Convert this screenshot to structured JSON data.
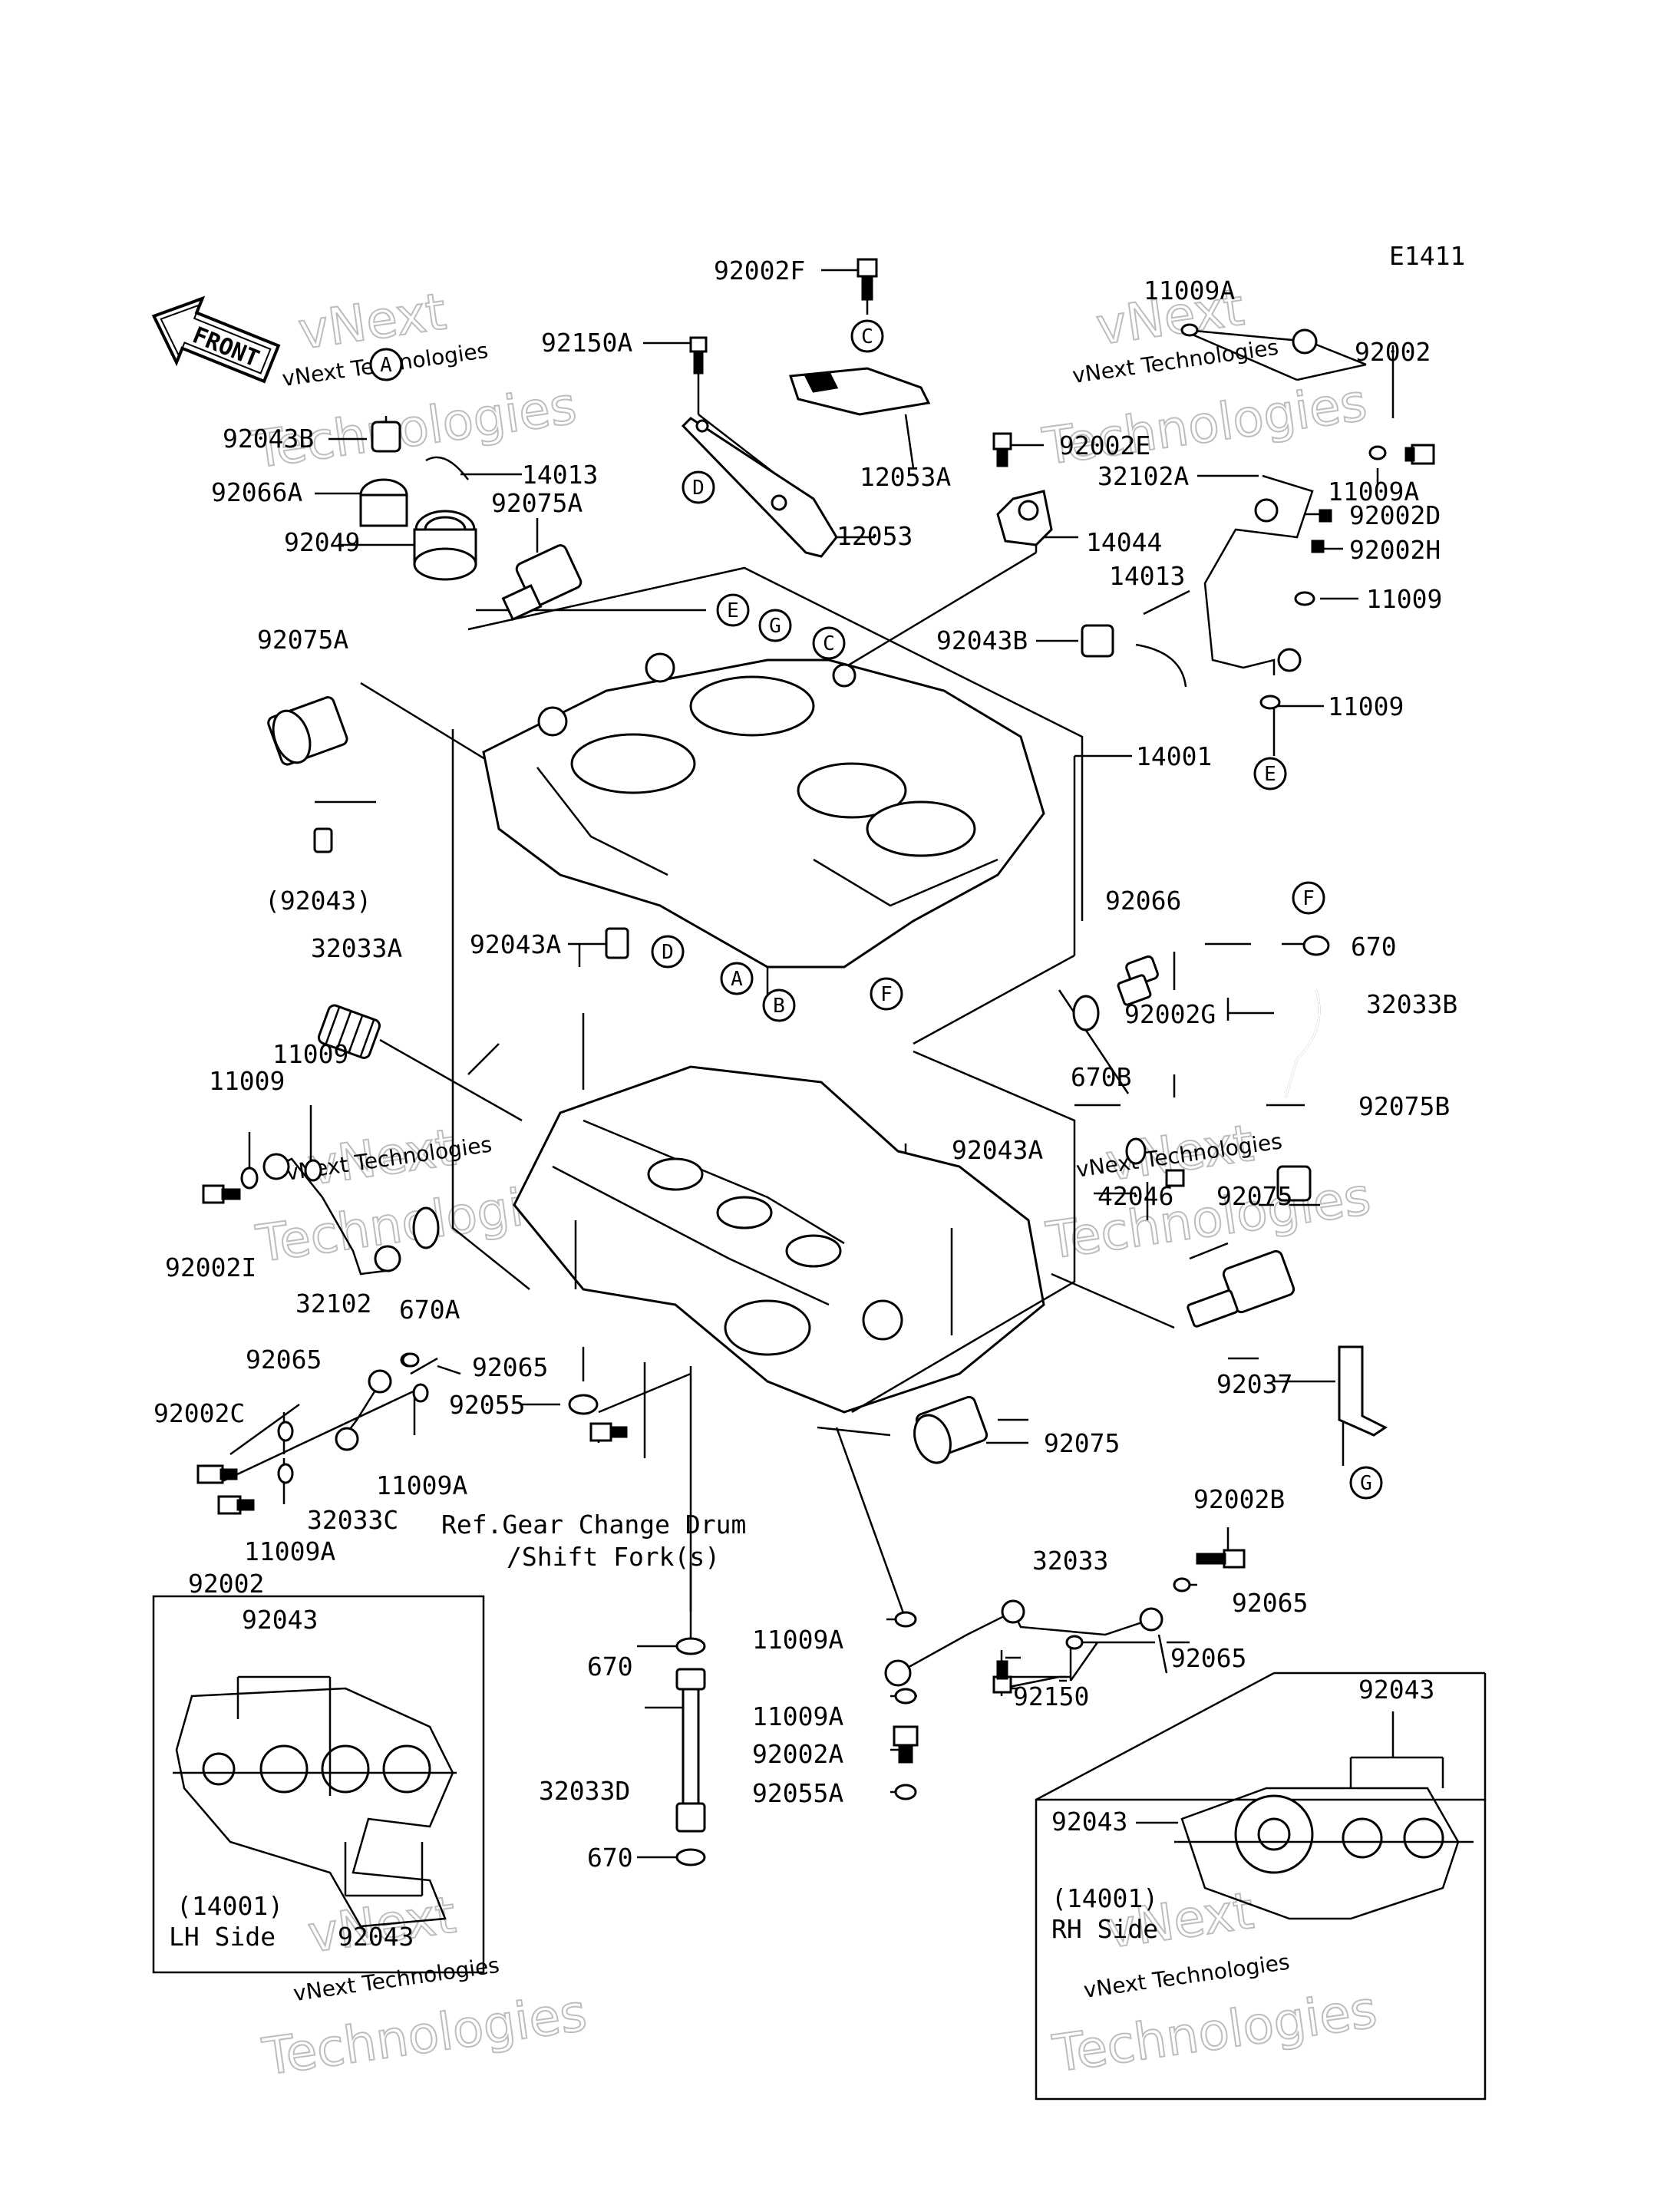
{
  "diagram_code": "E1411",
  "front_label": "FRONT",
  "watermark": {
    "line1": "vNext Technologies",
    "line2": "Technologies",
    "line3": "vNext"
  },
  "circle_markers": {
    "c_top": "C",
    "d_bar": "D",
    "a_top": "A",
    "e_case": "E",
    "g_case": "G",
    "c_case": "C",
    "a_case": "A",
    "b_case": "B",
    "f_case": "F",
    "d_case": "D",
    "e_pipe": "E",
    "f_pipe": "F",
    "g_bracket": "G"
  },
  "labels": {
    "p92002F": "92002F",
    "p11009A_top": "11009A",
    "p92150A": "92150A",
    "p92002_top": "92002",
    "p92043B_l": "92043B",
    "p14013_l": "14013",
    "p92066A": "92066A",
    "p92075A_1": "92075A",
    "p92049": "92049",
    "p12053A": "12053A",
    "p92002E": "92002E",
    "p32102A": "32102A",
    "p11009A_r": "11009A",
    "p92002D": "92002D",
    "p12053": "12053",
    "p14044": "14044",
    "p92002H": "92002H",
    "p14013_r": "14013",
    "p11009_r1": "11009",
    "p92043B_r": "92043B",
    "p92075A_2": "92075A",
    "p11009_r2": "11009",
    "p14001": "14001",
    "p92043_paren": "(92043)",
    "p92066": "92066",
    "p670_r": "670",
    "p32033A": "32033A",
    "p92043A_1": "92043A",
    "p32033B": "32033B",
    "p92002G": "92002G",
    "p11009_l1": "11009",
    "p670B": "670B",
    "p11009_l2": "11009",
    "p92075B": "92075B",
    "p92043A_2": "92043A",
    "p42046": "42046",
    "p92075_r": "92075",
    "p92002I": "92002I",
    "p32102": "32102",
    "p670A": "670A",
    "p92065_1": "92065",
    "p92065_2": "92065",
    "p92037": "92037",
    "p92002C": "92002C",
    "p92055": "92055",
    "p11009A_c": "11009A",
    "p92075_b": "92075",
    "p32033C": "32033C",
    "p92002B": "92002B",
    "p11009A_d": "11009A",
    "ref_line1": "Ref.Gear Change Drum",
    "ref_line2": "/Shift Fork(s)",
    "p92002_b": "92002",
    "p32033": "32033",
    "p92065_3": "92065",
    "p92043_lh": "92043",
    "p670_m1": "670",
    "p11009A_m1": "11009A",
    "p92065_4": "92065",
    "p92150": "92150",
    "p11009A_m2": "11009A",
    "p92043_rh1": "92043",
    "p92002A": "92002A",
    "p32033D": "32033D",
    "p92055A": "92055A",
    "p92043_rh2": "92043",
    "p670_m2": "670",
    "lh_title": "(14001)",
    "lh_side": "LH Side",
    "p92043_lh2": "92043",
    "rh_title": "(14001)",
    "rh_side": "RH Side"
  }
}
